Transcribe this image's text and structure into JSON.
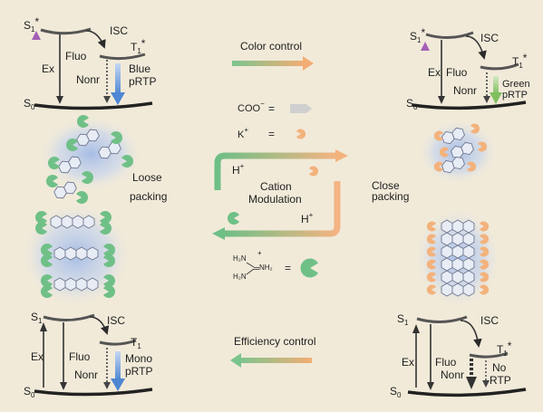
{
  "jablonski": {
    "top_left": {
      "s1": "S",
      "s1_sub": "1",
      "s1_sup": "*",
      "t1": "T",
      "t1_sub": "1",
      "t1_sup": "*",
      "s0": "S",
      "s0_sub": "0",
      "isc": "ISC",
      "ex": "Ex",
      "fluo": "Fluo",
      "nonr": "Nonr",
      "emission_1": "Blue",
      "emission_2": "pRTP"
    },
    "top_right": {
      "s1": "S",
      "s1_sub": "1",
      "s1_sup": "*",
      "t1": "T",
      "t1_sub": "1",
      "t1_sup": "*",
      "s0": "S",
      "s0_sub": "0",
      "isc": "ISC",
      "ex": "Ex",
      "fluo": "Fluo",
      "nonr": "Nonr",
      "emission_1": "Green",
      "emission_2": "pRTP"
    },
    "bottom_left": {
      "s1": "S",
      "s1_sub": "1",
      "s1_sup": "",
      "t1": "T",
      "t1_sub": "1",
      "t1_sup": "",
      "s0": "S",
      "s0_sub": "0",
      "isc": "ISC",
      "ex": "Ex",
      "fluo": "Fluo",
      "nonr": "Nonr",
      "emission_1": "Mono",
      "emission_2": "pRTP"
    },
    "bottom_right": {
      "s1": "S",
      "s1_sub": "1",
      "s1_sup": "",
      "t1": "T",
      "t1_sub": "1",
      "t1_sup": "*",
      "s0": "S",
      "s0_sub": "0",
      "isc": "ISC",
      "ex": "Ex",
      "fluo": "Fluo",
      "nonr": "Nonr",
      "emission_1": "No",
      "emission_2": "RTP"
    }
  },
  "center": {
    "color_control": "Color control",
    "efficiency_control": "Efficiency control",
    "loose_1": "Loose",
    "loose_2": "packing",
    "close_1": "Close",
    "close_2": "packing",
    "modulation_1": "Cation",
    "modulation_2": "Modulation",
    "h_plus": "H",
    "plus": "+",
    "legend_coo": "COO",
    "legend_coo_sup": "−",
    "legend_k": "K",
    "legend_k_sup": "+",
    "equals": "=",
    "guanidinium": {
      "h2n_top": "H₂N",
      "h2n_bottom": "H₂N",
      "nh2": "NH₂",
      "plus": "+"
    }
  },
  "colors": {
    "background": "#f1ead9",
    "green": "#6fc087",
    "orange": "#f3b27c",
    "blue_arrow": "#5b8fd6",
    "green_arrow": "#8cc56e",
    "purple_arrow": "#9a5fb2",
    "halo_blue": "#b6c9ec"
  }
}
